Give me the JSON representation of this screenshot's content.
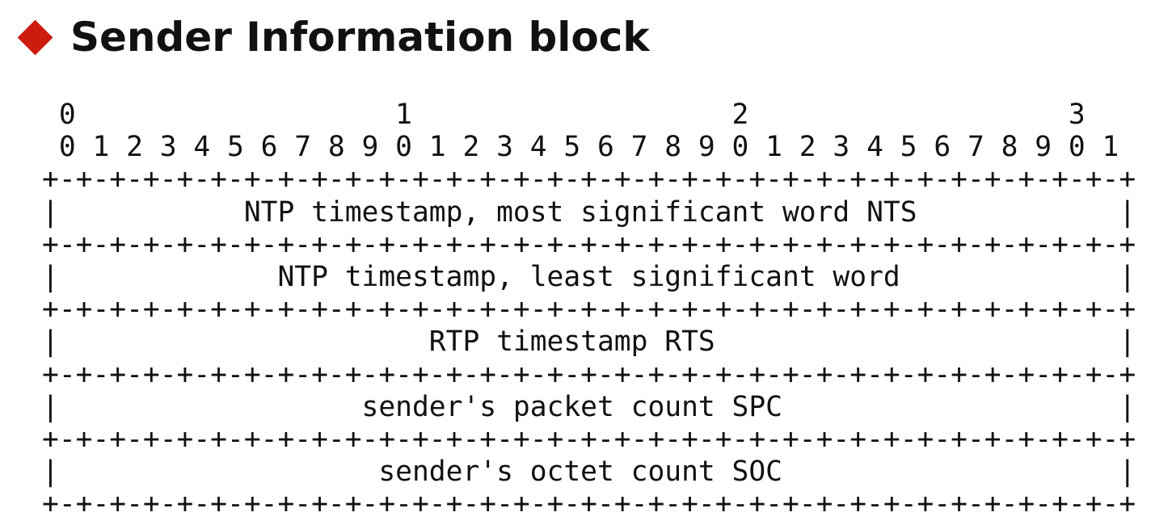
{
  "title": "Sender Information block",
  "colors": {
    "bullet": "#cc1b0f",
    "text": "#111111",
    "background": "#ffffff"
  },
  "bit_header": {
    "tens_row": " 0                   1                   2                   3",
    "units_row": " 0 1 2 3 4 5 6 7 8 9 0 1 2 3 4 5 6 7 8 9 0 1 2 3 4 5 6 7 8 9 0 1"
  },
  "separator": "+-+-+-+-+-+-+-+-+-+-+-+-+-+-+-+-+-+-+-+-+-+-+-+-+-+-+-+-+-+-+-+-+",
  "fields": [
    {
      "row": "|           NTP timestamp, most significant word NTS            |"
    },
    {
      "row": "|             NTP timestamp, least significant word             |"
    },
    {
      "row": "|                      RTP timestamp RTS                        |"
    },
    {
      "row": "|                  sender's packet count SPC                    |"
    },
    {
      "row": "|                   sender's octet count SOC                    |"
    }
  ]
}
